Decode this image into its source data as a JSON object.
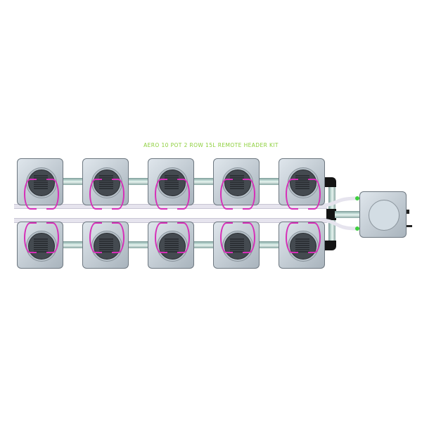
{
  "diagram": {
    "title": "AERO 10 POT 2 ROW 15L REMOTE HEADER KIT",
    "title_color": "#8ccf3a",
    "components": {
      "pots_top_row": 5,
      "pots_bottom_row": 5,
      "pot_volume": "15L",
      "reservoir": 1,
      "tube_color": "#d62fb8",
      "connector_color": "#3ecf3e",
      "pipe_color": "#c9e2dc"
    }
  }
}
